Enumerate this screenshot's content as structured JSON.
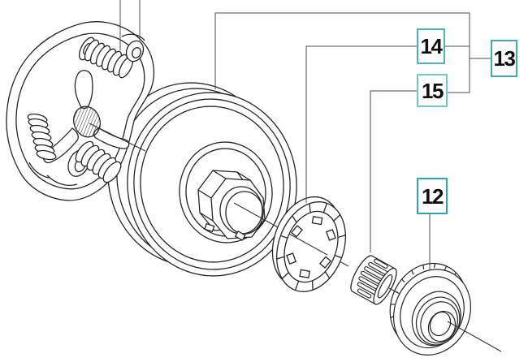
{
  "diagram": {
    "background_color": "#ffffff",
    "line_art_color": "#242424",
    "callout_line_color": "#4d4d4d",
    "label_text_color": "#101010",
    "callouts": {
      "c12": {
        "label": "12",
        "border_color": "#2fa3af"
      },
      "c13": {
        "label": "13",
        "border_color": "#3fa9b4"
      },
      "c14": {
        "label": "14",
        "border_color": "#4cb2bd"
      },
      "c15": {
        "label": "15",
        "border_color": "#74c5cd"
      }
    }
  }
}
